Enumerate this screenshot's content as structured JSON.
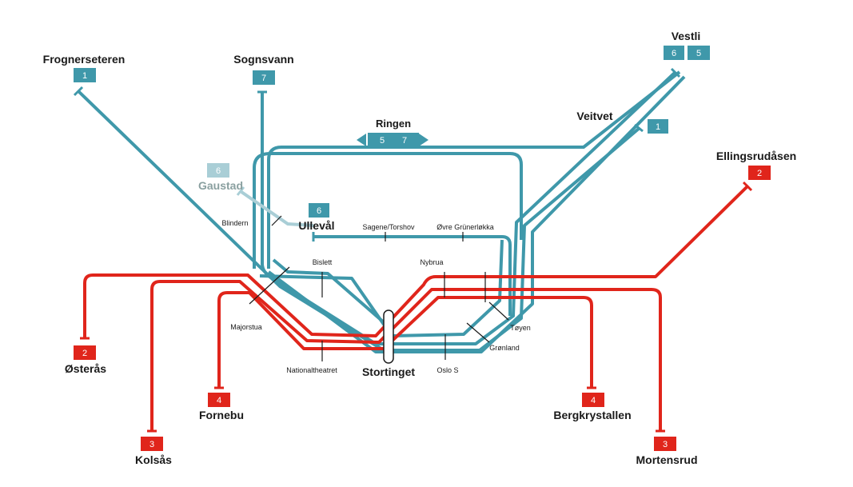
{
  "colors": {
    "blue": "#3f98aa",
    "blue_faded": "#a9ced6",
    "red": "#e0251b",
    "text": "#1a1a1a",
    "text_faded": "#8aa0a0"
  },
  "terminals": {
    "frognerseteren": {
      "name": "Frognerseteren",
      "lines": [
        "1"
      ]
    },
    "sognsvann": {
      "name": "Sognsvann",
      "lines": [
        "7"
      ]
    },
    "vestli": {
      "name": "Vestli",
      "lines": [
        "6",
        "5"
      ]
    },
    "veitvet": {
      "name": "Veitvet",
      "lines": [
        "1"
      ]
    },
    "ellingsrudasen": {
      "name": "Ellingsrudåsen",
      "lines": [
        "2"
      ]
    },
    "gaustad": {
      "name": "Gaustad",
      "lines": [
        "6"
      ]
    },
    "ulleval": {
      "name": "Ullevål",
      "lines": [
        "6"
      ]
    },
    "osteras": {
      "name": "Østerås",
      "lines": [
        "2"
      ]
    },
    "kolsas": {
      "name": "Kolsås",
      "lines": [
        "3"
      ]
    },
    "fornebu": {
      "name": "Fornebu",
      "lines": [
        "4"
      ]
    },
    "bergkrystallen": {
      "name": "Bergkrystallen",
      "lines": [
        "4"
      ]
    },
    "mortensrud": {
      "name": "Mortensrud",
      "lines": [
        "3"
      ]
    }
  },
  "ringen": {
    "name": "Ringen",
    "lines": [
      "5",
      "7"
    ]
  },
  "stations": {
    "blindern": "Blindern",
    "sagene": "Sagene/Torshov",
    "ovre": "Øvre Grünerløkka",
    "bislett": "Bislett",
    "nybrua": "Nybrua",
    "majorstua": "Majorstua",
    "nationaltheatret": "Nationaltheatret",
    "stortinget": "Stortinget",
    "oslo_s": "Oslo S",
    "gronland": "Grønland",
    "toyen": "Tøyen"
  }
}
